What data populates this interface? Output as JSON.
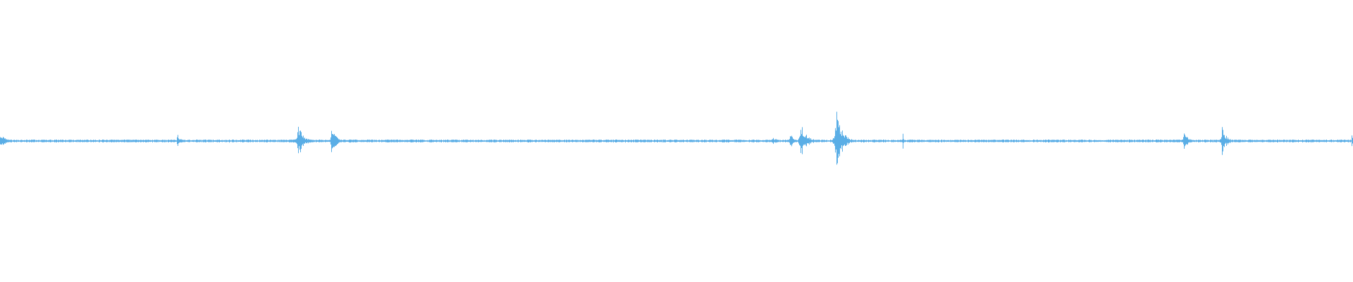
{
  "waveform": {
    "color": "#5aaee6",
    "background": "#ffffff",
    "baseline_amplitude": 0.01,
    "duration_fraction_events": [
      {
        "position": 0.0,
        "amplitude": 0.05,
        "spread": 0.004
      },
      {
        "position": 0.131,
        "amplitude": 0.05,
        "spread": 0.002
      },
      {
        "position": 0.22,
        "amplitude": 0.12,
        "spread": 0.004
      },
      {
        "position": 0.245,
        "amplitude": 0.1,
        "spread": 0.003
      },
      {
        "position": 0.571,
        "amplitude": 0.03,
        "spread": 0.003
      },
      {
        "position": 0.584,
        "amplitude": 0.07,
        "spread": 0.002
      },
      {
        "position": 0.592,
        "amplitude": 0.12,
        "spread": 0.004
      },
      {
        "position": 0.618,
        "amplitude": 0.23,
        "spread": 0.004
      },
      {
        "position": 0.667,
        "amplitude": 0.11,
        "spread": 0.0006
      },
      {
        "position": 0.875,
        "amplitude": 0.06,
        "spread": 0.003
      },
      {
        "position": 0.903,
        "amplitude": 0.11,
        "spread": 0.003
      },
      {
        "position": 0.999,
        "amplitude": 0.05,
        "spread": 0.001
      }
    ]
  }
}
